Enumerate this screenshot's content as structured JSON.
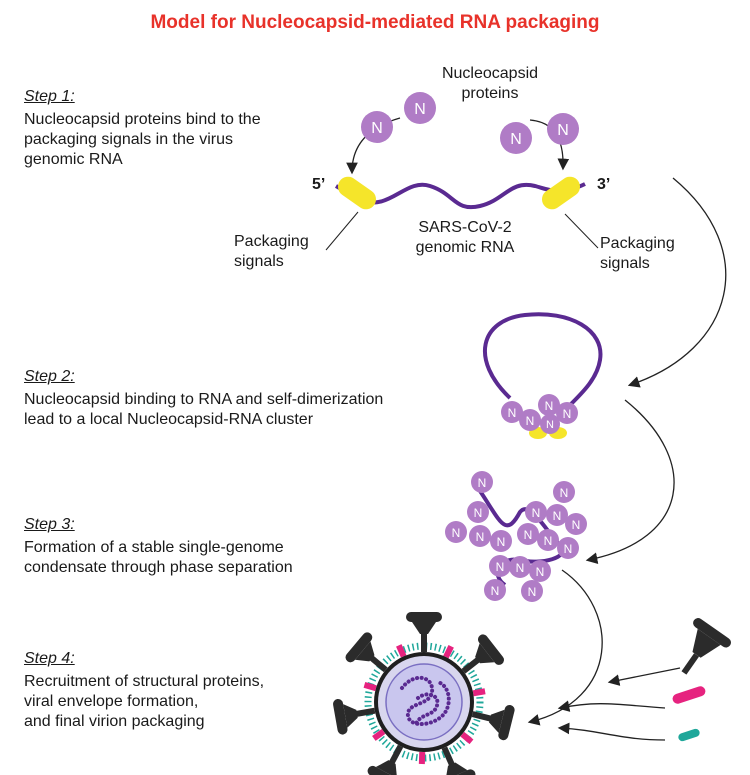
{
  "title": "Model for Nucleocapsid-mediated RNA packaging",
  "protein_letter": "N",
  "steps": [
    {
      "label": "Step 1:",
      "lines": [
        "Nucleocapsid proteins bind to the",
        "packaging signals in the virus",
        "genomic RNA"
      ]
    },
    {
      "label": "Step 2:",
      "lines": [
        "Nucleocapsid binding to RNA and self-dimerization",
        "lead to a local Nucleocapsid-RNA cluster"
      ]
    },
    {
      "label": "Step 3:",
      "lines": [
        "Formation of a stable single-genome",
        "condensate through phase separation"
      ]
    },
    {
      "label": "Step 4:",
      "lines": [
        "Recruitment of structural proteins,",
        "viral envelope formation,",
        "and final virion packaging"
      ]
    }
  ],
  "labels": {
    "nucleocapsid_proteins": [
      "Nucleocapsid",
      "proteins"
    ],
    "five_prime": "5’",
    "three_prime": "3’",
    "genomic_rna": [
      "SARS-CoV-2",
      "genomic RNA"
    ],
    "packaging_signals_left": [
      "Packaging",
      "signals"
    ],
    "packaging_signals_right": [
      "Packaging",
      "signals"
    ]
  },
  "colors": {
    "title": "#e8322a",
    "nucleocapsid": "#b07cc6",
    "rna": "#5a2a91",
    "packaging_signal": "#f5e52a",
    "spike": "#2b2b2b",
    "membrane_protein": "#e6237f",
    "envelope_protein": "#1fa79a",
    "virion_core": "#c9c6ee"
  }
}
